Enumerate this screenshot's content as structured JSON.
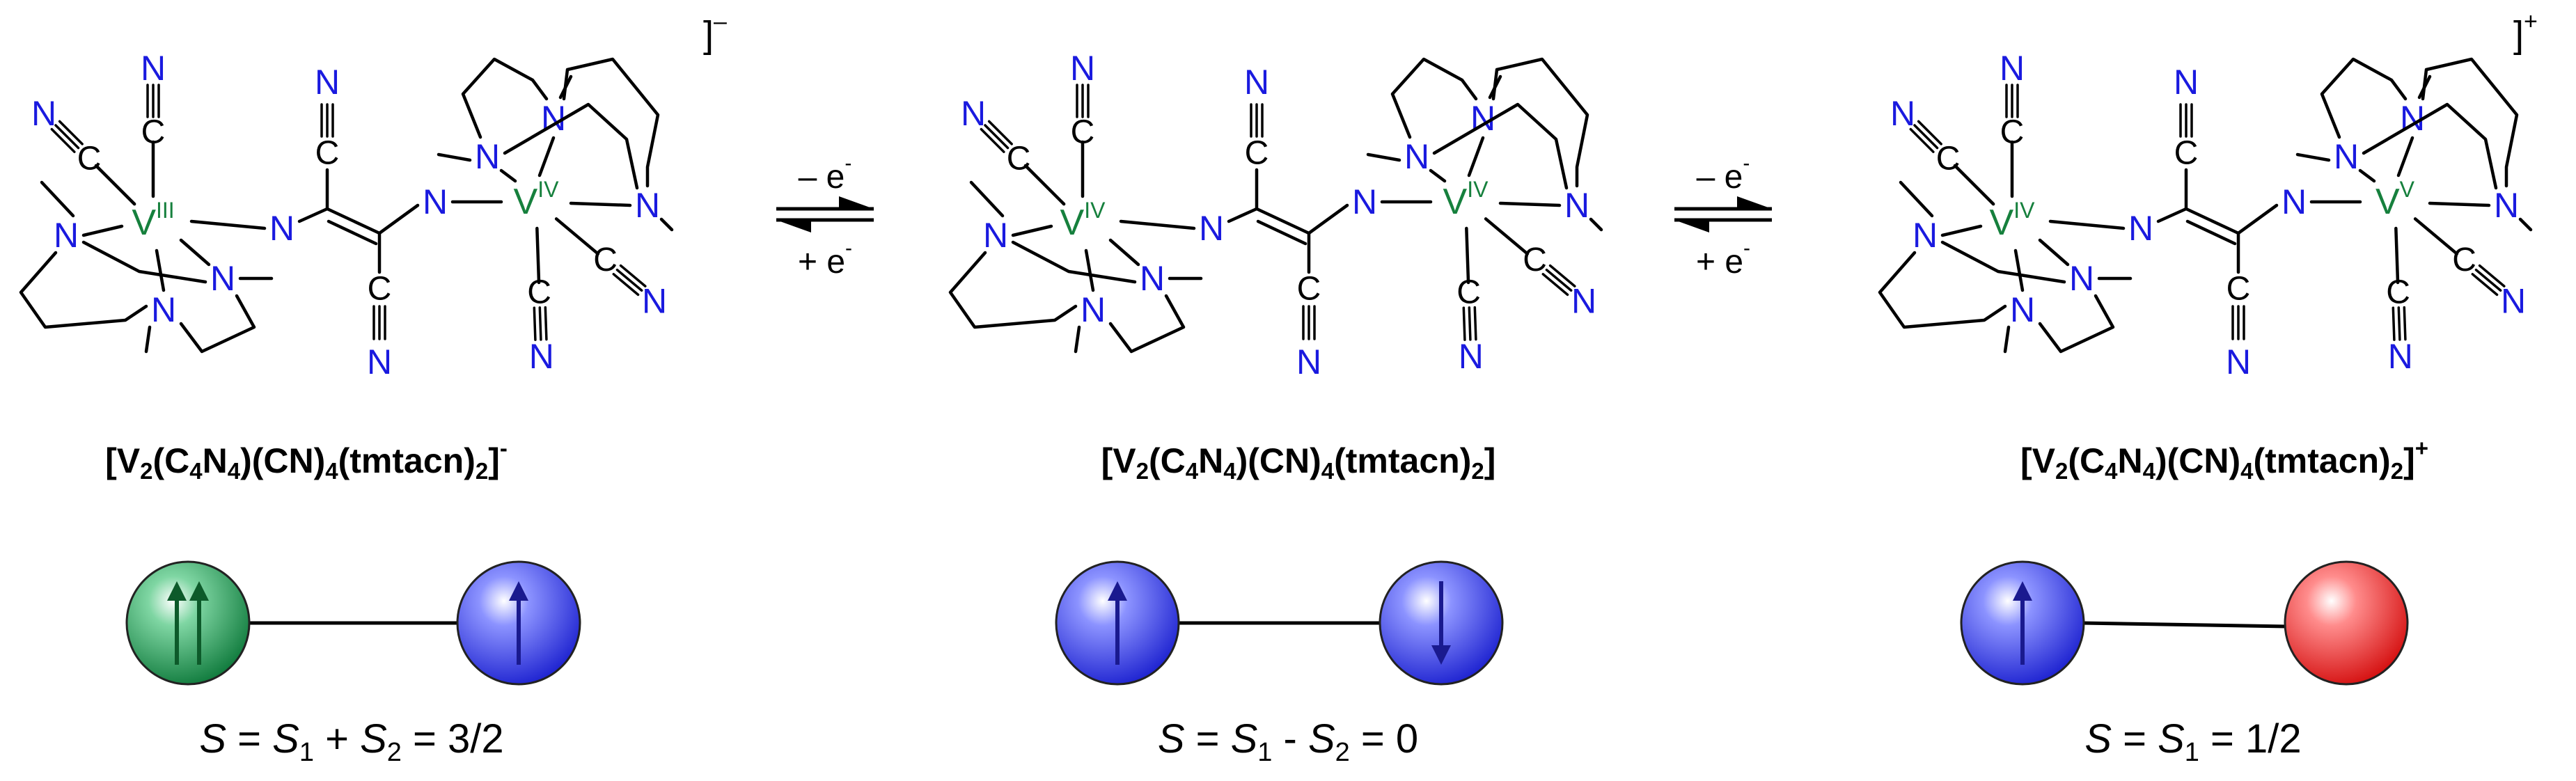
{
  "molecule_text": {
    "cyano_atom": "N",
    "bridge_atom": "N",
    "amine_atom": "N",
    "vanadium_symbol": "V"
  },
  "species": [
    {
      "metal_ox": [
        "III",
        "IV"
      ],
      "bracket": "]",
      "charge": "–",
      "formula": [
        "[V",
        "2",
        "(C",
        "4",
        "N",
        "4",
        ")(CN)",
        "4",
        "(tmtacn)",
        "2",
        "]",
        "-"
      ],
      "spin_formula": [
        "S",
        " = ",
        "S",
        "1",
        " + ",
        "S",
        "2",
        " = 3/2"
      ],
      "sphere_colors": [
        "#1f8a4c",
        "#2a33d9"
      ],
      "spins": [
        "up-up",
        "up"
      ]
    },
    {
      "metal_ox": [
        "IV",
        "IV"
      ],
      "bracket": "",
      "charge": "",
      "formula": [
        "[V",
        "2",
        "(C",
        "4",
        "N",
        "4",
        ")(CN)",
        "4",
        "(tmtacn)",
        "2",
        "]",
        ""
      ],
      "spin_formula": [
        "S",
        " = ",
        "S",
        "1",
        " - ",
        "S",
        "2",
        " = 0"
      ],
      "sphere_colors": [
        "#2a33d9",
        "#2a33d9"
      ],
      "spins": [
        "up",
        "down"
      ]
    },
    {
      "metal_ox": [
        "IV",
        "V"
      ],
      "bracket": "]",
      "charge": "+",
      "formula": [
        "[V",
        "2",
        "(C",
        "4",
        "N",
        "4",
        ")(CN)",
        "4",
        "(tmtacn)",
        "2",
        "]",
        "+"
      ],
      "spin_formula": [
        "S",
        " = ",
        "S",
        "1",
        " = 1/2",
        "",
        "",
        ""
      ],
      "sphere_colors": [
        "#2a33d9",
        "#e01818"
      ],
      "spins": [
        "up",
        "none"
      ]
    }
  ],
  "equilibria": [
    {
      "top": "– e",
      "top_sup": "-",
      "bottom": "+ e",
      "bottom_sup": "-"
    },
    {
      "top": "– e",
      "top_sup": "-",
      "bottom": "+ e",
      "bottom_sup": "-"
    }
  ],
  "colors": {
    "nitrogen": "#1a1adf",
    "vanadium": "#16803d",
    "bond": "#000000",
    "spin_up_down_arrow": "#1a1a8f",
    "green_arrow": "#0d5a2a"
  }
}
